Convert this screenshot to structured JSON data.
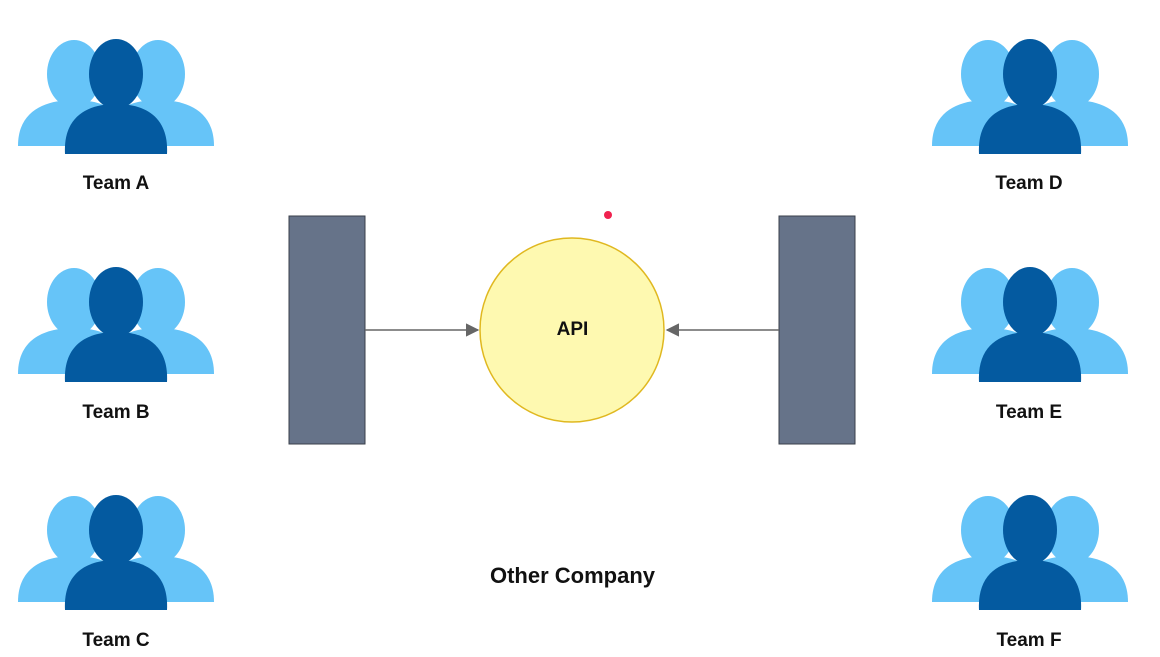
{
  "teams": [
    {
      "label": "Team A"
    },
    {
      "label": "Team B"
    },
    {
      "label": "Team C"
    },
    {
      "label": "Team D"
    },
    {
      "label": "Team E"
    },
    {
      "label": "Team F"
    }
  ],
  "api": {
    "label": "API"
  },
  "footer": {
    "label": "Other Company"
  },
  "icon": {
    "name": "team-icon"
  },
  "colors": {
    "person_light": "#66c4f8",
    "person_dark": "#045aa0",
    "gateway": "#667389",
    "api_fill": "#fef9b0",
    "api_stroke": "#e0b820",
    "arrow": "#666666",
    "dot": "#f0224f"
  }
}
